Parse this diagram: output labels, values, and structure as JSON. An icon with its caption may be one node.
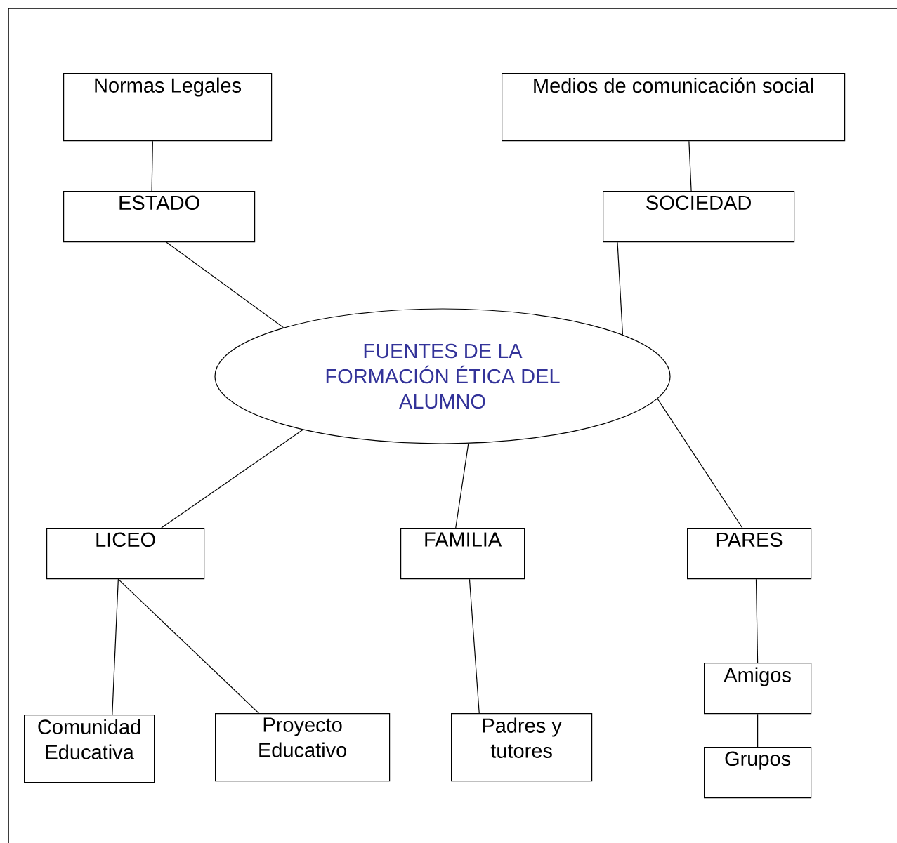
{
  "diagram": {
    "nodes": [
      {
        "text": [
          "Normas Legales"
        ]
      },
      {
        "text": [
          "Medios de comunicación social"
        ]
      },
      {
        "text": [
          "ESTADO"
        ]
      },
      {
        "text": [
          "SOCIEDAD"
        ]
      },
      {
        "text": [
          "FUENTES DE LA FORMACIÓN ÉTICA DEL ALUMNO"
        ]
      },
      {
        "text": [
          "LICEO"
        ]
      },
      {
        "text": [
          "FAMILIA"
        ]
      },
      {
        "text": [
          "PARES"
        ]
      },
      {
        "text": [
          "Comunidad Educativa"
        ]
      },
      {
        "text": [
          "Proyecto Educativo"
        ]
      },
      {
        "text": [
          "Padres y tutores"
        ]
      },
      {
        "text": [
          "Amigos"
        ]
      },
      {
        "text": [
          "Grupos"
        ]
      }
    ],
    "edges": [
      {
        "from": 0,
        "to": 2,
        "arrow": "none"
      },
      {
        "from": 1,
        "to": 3,
        "arrow": "none"
      },
      {
        "from": 2,
        "to": 4,
        "arrow": "none"
      },
      {
        "from": 3,
        "to": 4,
        "arrow": "none"
      },
      {
        "from": 4,
        "to": 5,
        "arrow": "none"
      },
      {
        "from": 4,
        "to": 6,
        "arrow": "none"
      },
      {
        "from": 4,
        "to": 7,
        "arrow": "none"
      },
      {
        "from": 5,
        "to": 8,
        "arrow": "none"
      },
      {
        "from": 5,
        "to": 9,
        "arrow": "none"
      },
      {
        "from": 6,
        "to": 10,
        "arrow": "none"
      },
      {
        "from": 7,
        "to": 11,
        "arrow": "none"
      },
      {
        "from": 11,
        "to": 12,
        "arrow": "none"
      }
    ]
  }
}
